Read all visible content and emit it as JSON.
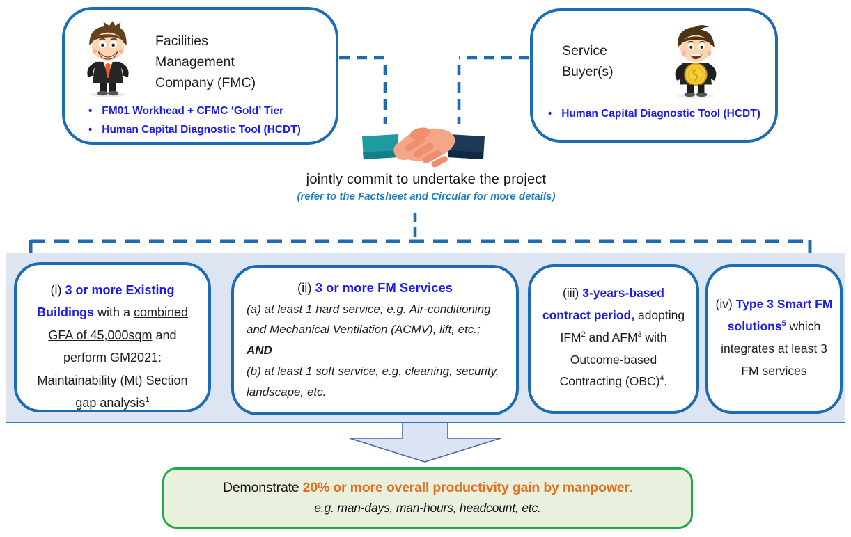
{
  "fmc": {
    "title": "Facilities Management Company (FMC)",
    "bullets": [
      "FM01 Workhead + CFMC ‘Gold’ Tier",
      "Human Capital Diagnostic Tool (HCDT)"
    ],
    "icon": "businessman-icon"
  },
  "service_buyer": {
    "title": "Service Buyer(s)",
    "bullets": [
      "Human Capital Diagnostic Tool (HCDT)"
    ],
    "icon": "man-holding-coin-icon"
  },
  "commitment": {
    "icon": "handshake-icon",
    "line1": "jointly commit to undertake the project",
    "line2": "(refer to the Factsheet and Circular for more details)"
  },
  "criteria": {
    "box1": {
      "prefix": "(i) ",
      "highlight": "3 or more Existing Buildings",
      "mid": " with a ",
      "underlined": "combined GFA of 45,000sqm",
      "rest": " and perform GM2021: Maintainability (Mt) Section gap analysis",
      "footnote": "1"
    },
    "box2": {
      "prefix": "(ii) ",
      "highlight": "3 or more FM Services",
      "a_underlined": "(a) at least 1 hard service",
      "a_rest": ", e.g. Air-conditioning and Mechanical Ventilation (ACMV), lift, etc.; ",
      "a_bold": "AND",
      "b_underlined": "(b) at least 1 soft service",
      "b_rest": ", e.g. cleaning, security, landscape, etc."
    },
    "box3": {
      "prefix": "(iii) ",
      "highlight": "3-years-based contract period,",
      "part1": " adopting IFM",
      "sup1": "2",
      "part2": " and AFM",
      "sup2": "3",
      "part3": " with Outcome-based Contracting (OBC)",
      "sup3": "4",
      "part4": "."
    },
    "box4": {
      "prefix": "(iv) ",
      "highlight": "Type 3 Smart FM solutions",
      "sup": "5",
      "rest": " which integrates at least 3 FM services"
    }
  },
  "outcome": {
    "prefix": "Demonstrate ",
    "highlight": "20% or more overall productivity gain by manpower.",
    "line2": "e.g. man-days, man-hours, headcount, etc."
  },
  "colors": {
    "box_border_blue": "#1b6cb5",
    "text_blue": "#1b1bef",
    "caption_blue": "#1e7fc4",
    "band_fill": "#dde4f2",
    "band_border": "#2e75b6",
    "arrow_fill": "#dce3f2",
    "arrow_border": "#4a69a8",
    "green_border": "#22a94c",
    "green_fill": "#e9f1de",
    "orange": "#e56f1e",
    "handshake_teal": "#1e9ba1",
    "handshake_navy": "#1b3a57"
  }
}
